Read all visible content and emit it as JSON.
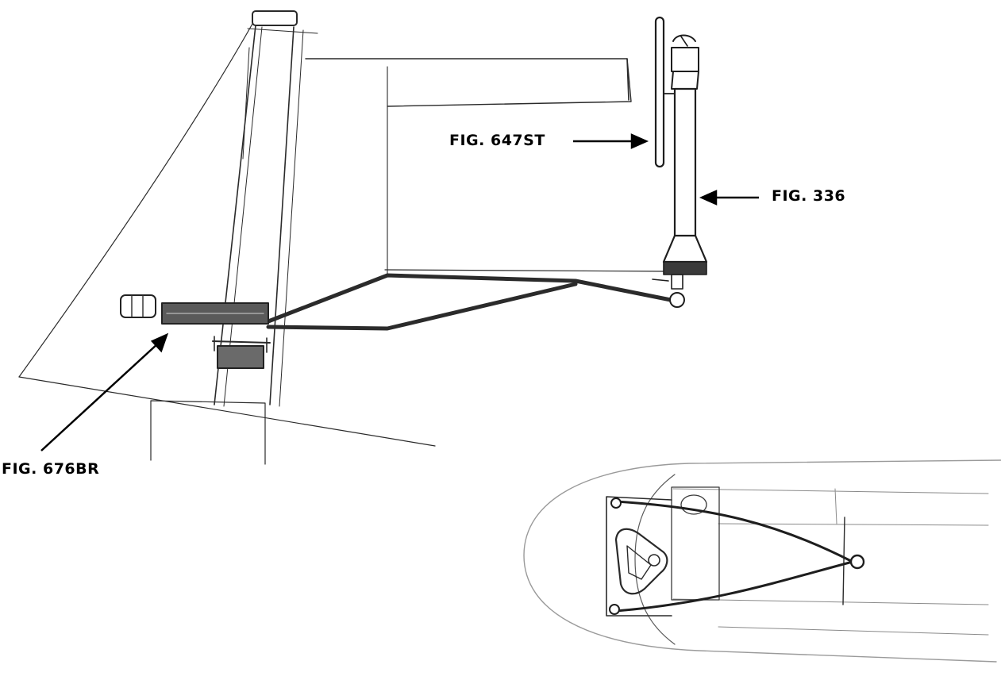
{
  "labels": {
    "fig_647st": "FIG. 647ST",
    "fig_336": "FIG. 336",
    "fig_676br": "FIG. 676BR"
  },
  "colors": {
    "ink": "#1a1a1a",
    "pencil": "#3a3a3a",
    "light": "#8a8a8a",
    "wire": "#2b2b2b"
  }
}
